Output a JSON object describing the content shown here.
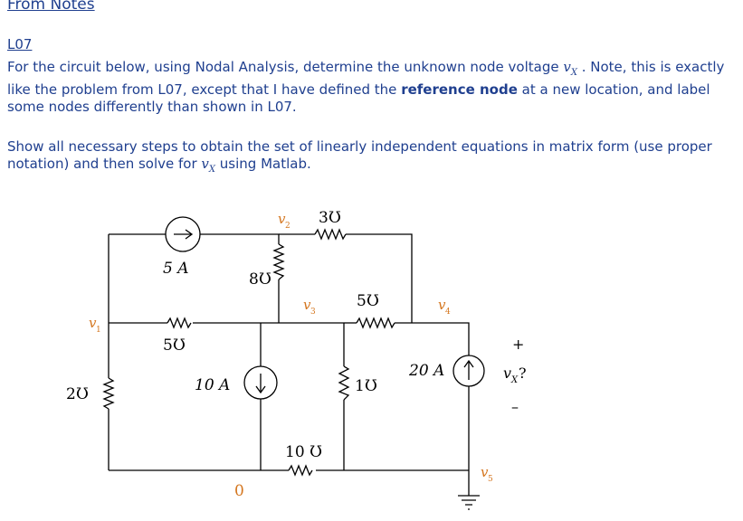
{
  "heading": "From Notes",
  "lecture": "L07",
  "paragraph1": {
    "a": "For the circuit below, using Nodal Analysis, determine the unknown node voltage ",
    "var": "v",
    "var_sub": "X",
    "b": " .  Note, this is exactly like the problem from L07, except that I have defined the ",
    "bold": "reference node",
    "c": " at a new location, and label some nodes differently than shown in L07."
  },
  "paragraph2": {
    "a": "Show all necessary steps to obtain the set of linearly independent equations in matrix form (use proper notation) and then solve for  ",
    "var": "v",
    "var_sub": "X",
    "b": " using Matlab."
  },
  "circuit": {
    "source_5A": "5 A",
    "cond_3": "3Ʊ",
    "cond_8": "8Ʊ",
    "cond_5_mid": "5Ʊ",
    "cond_5_left": "5Ʊ",
    "cond_2": "2Ʊ",
    "source_10A": "10 A",
    "cond_1": "1Ʊ",
    "source_20A": "20 A",
    "cond_10": "10 Ʊ",
    "node_v1": "v",
    "node_v1_sub": "1",
    "node_v2": "v",
    "node_v2_sub": "2",
    "node_v3": "v",
    "node_v3_sub": "3",
    "node_v4": "v",
    "node_v4_sub": "4",
    "node_v5": "v",
    "node_v5_sub": "5",
    "ref_node": "0",
    "vx_plus": "+",
    "vx_label": "v",
    "vx_sub": "X",
    "vx_q": " ?",
    "vx_minus": "–"
  },
  "colors": {
    "text_blue": "#1f3f8f",
    "node_label_orange": "#d4761f"
  }
}
